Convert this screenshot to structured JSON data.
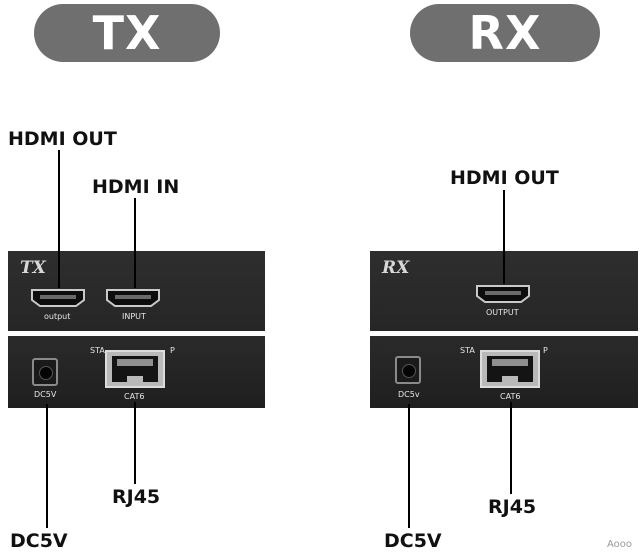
{
  "tx": {
    "badge": "TX",
    "logo": "TX",
    "hdmi_out_label": "HDMI OUT",
    "hdmi_in_label": "HDMI IN",
    "port_output": "output",
    "port_input": "INPUT",
    "sta": "STA",
    "p": "P",
    "cat6": "CAT6",
    "dc_port": "DC5V",
    "rj45_label": "RJ45",
    "dc_label": "DC5V"
  },
  "rx": {
    "badge": "RX",
    "logo": "RX",
    "hdmi_out_label": "HDMI OUT",
    "port_output": "OUTPUT",
    "sta": "STA",
    "p": "P",
    "cat6": "CAT6",
    "dc_port": "DC5v",
    "rj45_label": "RJ45",
    "dc_label": "DC5V"
  },
  "watermark": "Aooo"
}
